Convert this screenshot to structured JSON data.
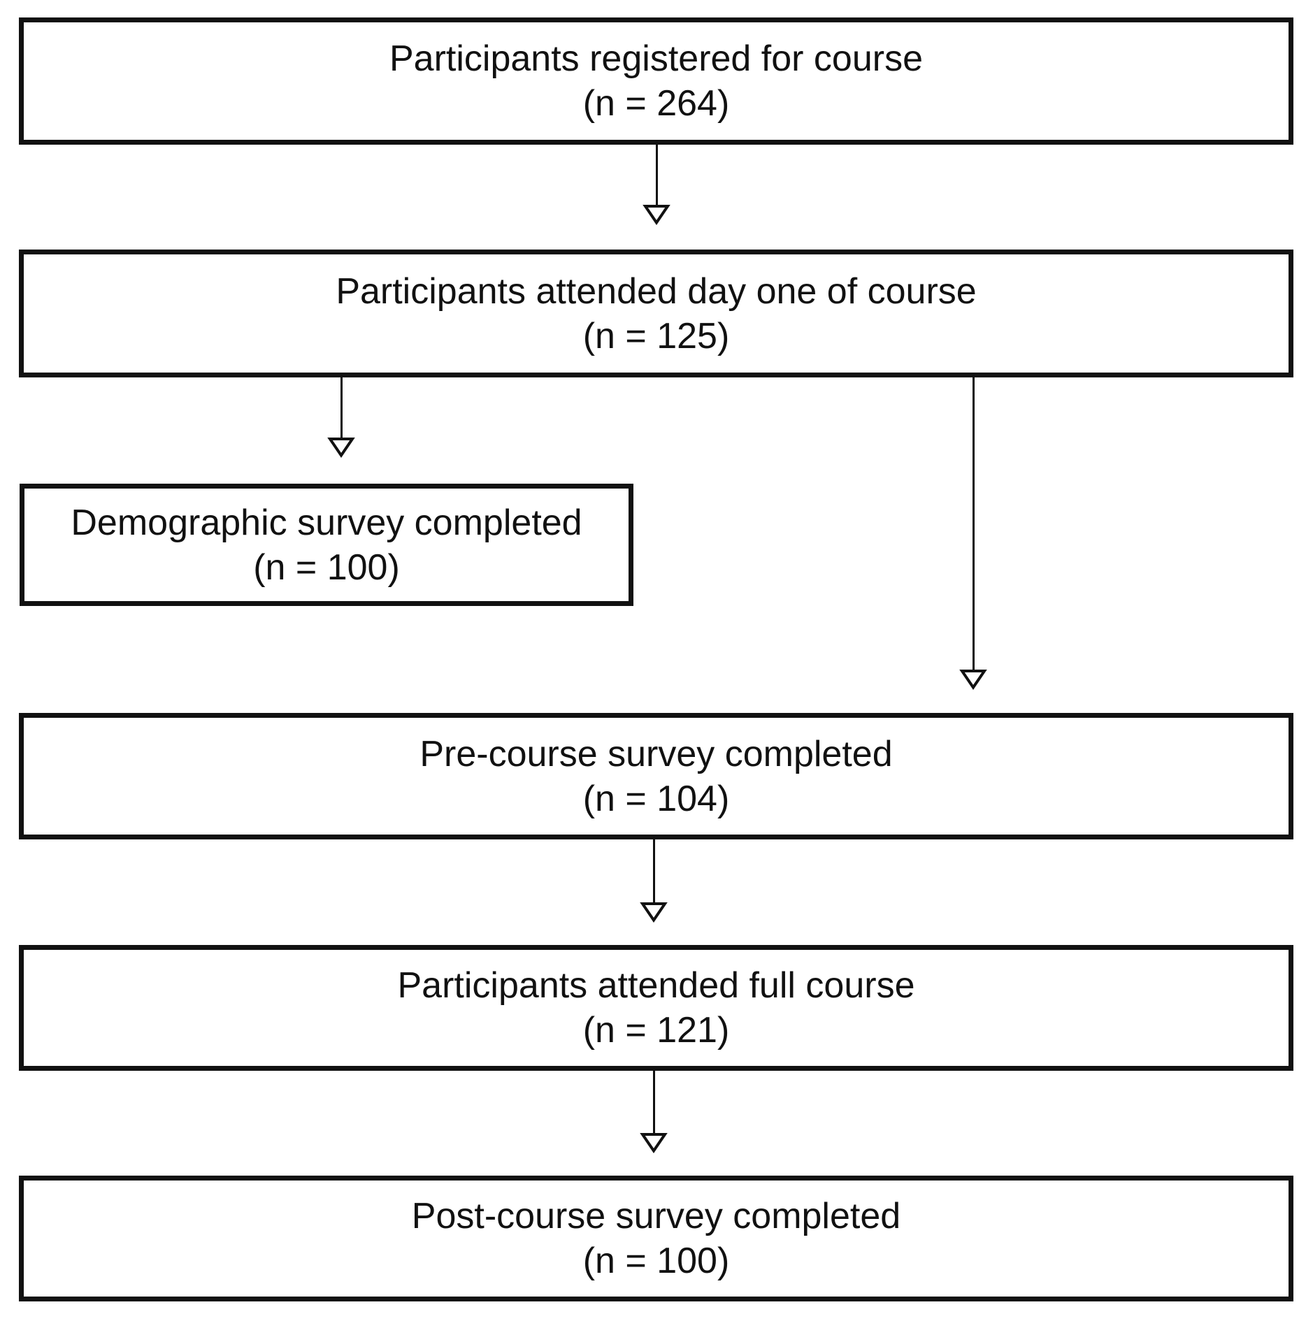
{
  "figure": {
    "type": "participant-flow-diagram",
    "colors": {
      "line": "#111111",
      "text": "#111111",
      "background": "#ffffff"
    },
    "boxes": [
      {
        "line1": "Participants registered for course",
        "n_label": "(n = 264)"
      },
      {
        "line1": "Participants attended day one of course",
        "n_label": "(n = 125)"
      },
      {
        "line1": "Demographic survey completed",
        "n_label": "(n = 100)"
      },
      {
        "line1": "Pre-course survey completed",
        "n_label": "(n = 104)"
      },
      {
        "line1": "Participants attended full course",
        "n_label": "(n = 121)"
      },
      {
        "line1": "Post-course survey completed",
        "n_label": "(n = 100)"
      }
    ]
  }
}
